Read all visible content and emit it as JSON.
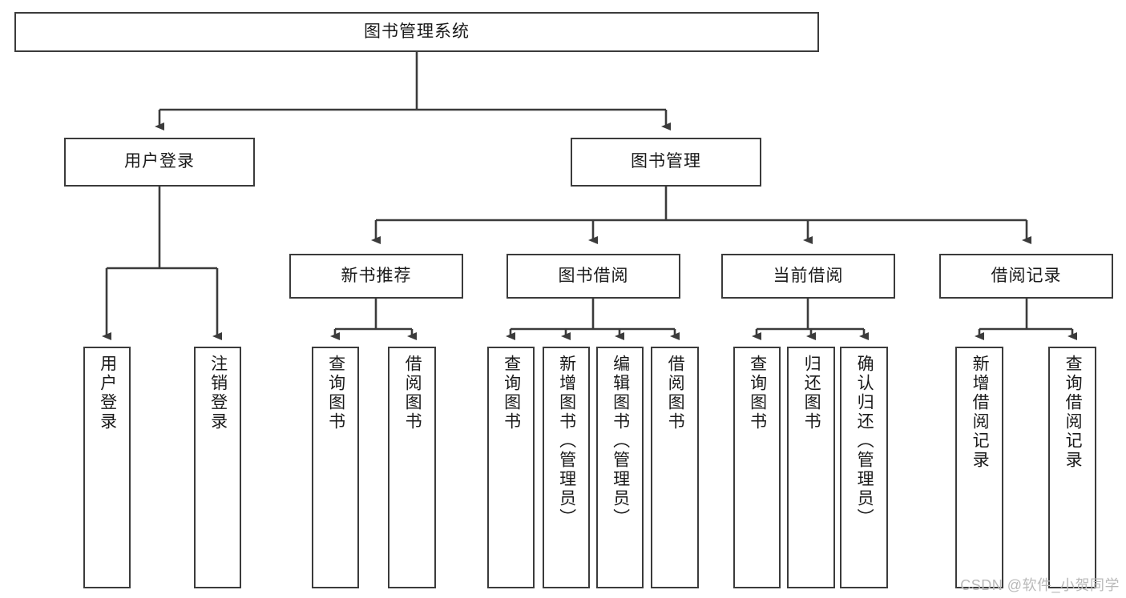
{
  "diagram": {
    "title": "图书管理系统",
    "type": "tree-hierarchy-diagram",
    "colors": {
      "box_border": "#3b3b3b",
      "box_fill": "#ffffff",
      "line": "#3b3b3b",
      "text": "#1a1a1a",
      "watermark": "#b9b9b9",
      "background": "#ffffff"
    },
    "root": {
      "label": "图书管理系统"
    },
    "level2": [
      {
        "id": "user-login",
        "label": "用户登录"
      },
      {
        "id": "book-management",
        "label": "图书管理"
      }
    ],
    "level3": [
      {
        "id": "new-book-recommend",
        "label": "新书推荐"
      },
      {
        "id": "book-borrow",
        "label": "图书借阅"
      },
      {
        "id": "current-borrow",
        "label": "当前借阅"
      },
      {
        "id": "borrow-record",
        "label": "借阅记录"
      }
    ],
    "leaves": [
      {
        "id": "leaf-user-login",
        "label": "用户登录",
        "parent": "user-login"
      },
      {
        "id": "leaf-logout-login",
        "label": "注销登录",
        "parent": "user-login"
      },
      {
        "id": "leaf-query-book-1",
        "label": "查询图书",
        "parent": "new-book-recommend"
      },
      {
        "id": "leaf-borrow-book-1",
        "label": "借阅图书",
        "parent": "new-book-recommend"
      },
      {
        "id": "leaf-query-book-2",
        "label": "查询图书",
        "parent": "book-borrow"
      },
      {
        "id": "leaf-add-book-admin",
        "label": "新增图书（管理员）",
        "parent": "book-borrow"
      },
      {
        "id": "leaf-edit-book-admin",
        "label": "编辑图书（管理员）",
        "parent": "book-borrow"
      },
      {
        "id": "leaf-borrow-book-2",
        "label": "借阅图书",
        "parent": "book-borrow"
      },
      {
        "id": "leaf-query-book-3",
        "label": "查询图书",
        "parent": "current-borrow"
      },
      {
        "id": "leaf-return-book",
        "label": "归还图书",
        "parent": "current-borrow"
      },
      {
        "id": "leaf-confirm-return-admin",
        "label": "确认归还（管理员）",
        "parent": "current-borrow"
      },
      {
        "id": "leaf-add-borrow-record",
        "label": "新增借阅记录",
        "parent": "borrow-record"
      },
      {
        "id": "leaf-query-borrow-record",
        "label": "查询借阅记录",
        "parent": "borrow-record"
      }
    ],
    "watermark": "CSDN @软件_小贺同学"
  }
}
